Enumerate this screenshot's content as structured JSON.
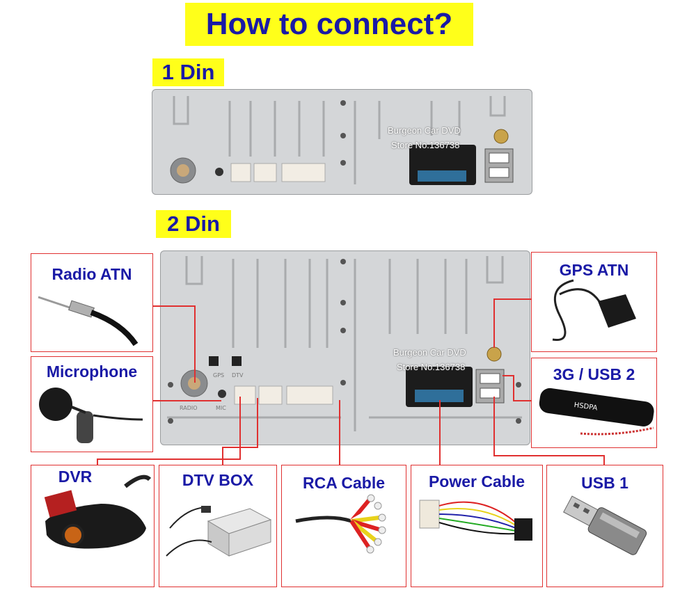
{
  "title": "How to connect?",
  "section_1din": "1 Din",
  "section_2din": "2 Din",
  "watermark": {
    "line1": "Burgeon Car  DVD",
    "line2": "Store No.136738"
  },
  "connections": {
    "radio_atn": "Radio ATN",
    "microphone": "Microphone",
    "dvr": "DVR",
    "dtv_box": "DTV BOX",
    "rca_cable": "RCA Cable",
    "power_cable": "Power Cable",
    "usb1": "USB 1",
    "gps_atn": "GPS ATN",
    "usb2": "3G / USB 2"
  },
  "panel_labels": {
    "gps": "GPS",
    "dtv": "DTV",
    "radio": "RADIO",
    "mic": "MIC"
  },
  "modem_text": "HSDPA",
  "colors": {
    "label_bg": "#ffff1a",
    "label_text": "#1a1aa6",
    "box_border": "#e03030",
    "panel": "#d4d6d8"
  }
}
